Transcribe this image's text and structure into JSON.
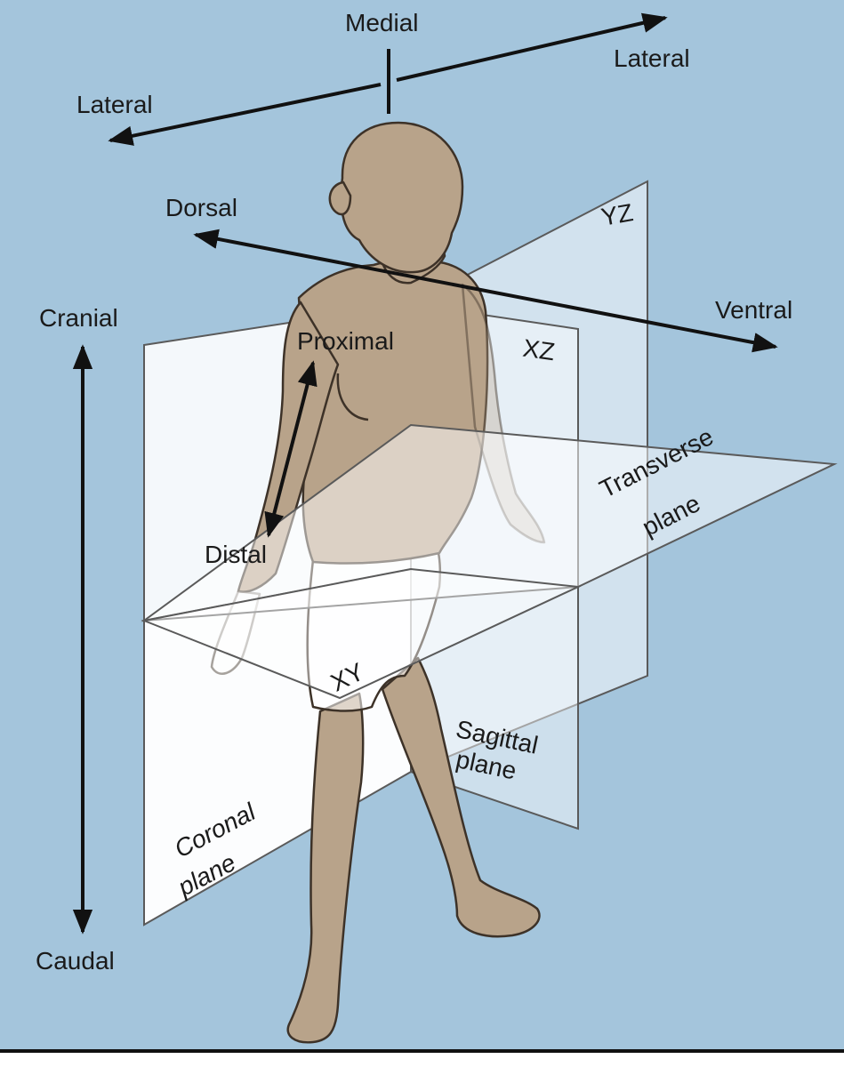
{
  "labels": {
    "medial": "Medial",
    "lateral_left": "Lateral",
    "lateral_right": "Lateral",
    "dorsal": "Dorsal",
    "ventral": "Ventral",
    "cranial": "Cranial",
    "caudal": "Caudal",
    "proximal": "Proximal",
    "distal": "Distal",
    "yz": "YZ",
    "xz": "XZ",
    "xy": "XY",
    "transverse_1": "Transverse",
    "transverse_2": "plane",
    "sagittal_1": "Sagittal",
    "sagittal_2": "plane",
    "coronal_1": "Coronal",
    "coronal_2": "plane"
  },
  "colors": {
    "background": "#a4c5dc",
    "plane": "#ffffff",
    "plane_edge": "#5a5a5a",
    "body": "#b8a38a",
    "arrow": "#111111"
  }
}
